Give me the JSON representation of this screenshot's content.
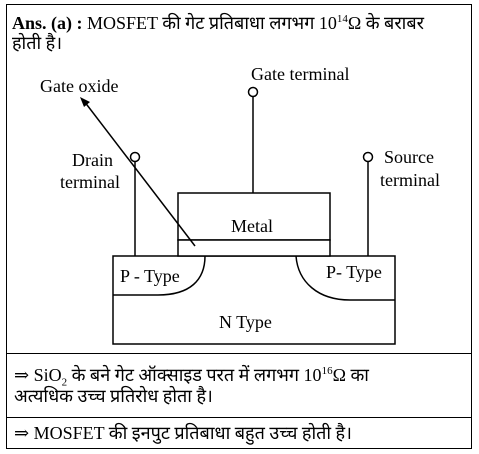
{
  "answer": {
    "label": "Ans. (a) :",
    "line1": "MOSFET की गेट प्रतिबाधा लगभग 10",
    "line1_sup": "14",
    "line1_end": "Ω के बराबर",
    "line2": "होती है।"
  },
  "diagram": {
    "gate_oxide": "Gate oxide",
    "gate_terminal": "Gate  terminal",
    "drain_line1": "Drain",
    "drain_line2": "terminal",
    "source_line1": "Source",
    "source_line2": "terminal",
    "metal": "Metal",
    "p_type_left": "P - Type",
    "p_type_right": "P- Type",
    "n_type": "N Type"
  },
  "notes": {
    "note1_arrow": "⇒",
    "note1_a": "SiO",
    "note1_sub": "2",
    "note1_b": "के बने गेट ऑक्साइड परत में लगभग 10",
    "note1_sup": "16",
    "note1_c": "Ω का",
    "note1_line2": "अत्यधिक उच्च प्रतिरोध होता है।",
    "note2_arrow": "⇒",
    "note2": "MOSFET की इनपुट प्रतिबाधा बहुत उच्च होती है।"
  }
}
